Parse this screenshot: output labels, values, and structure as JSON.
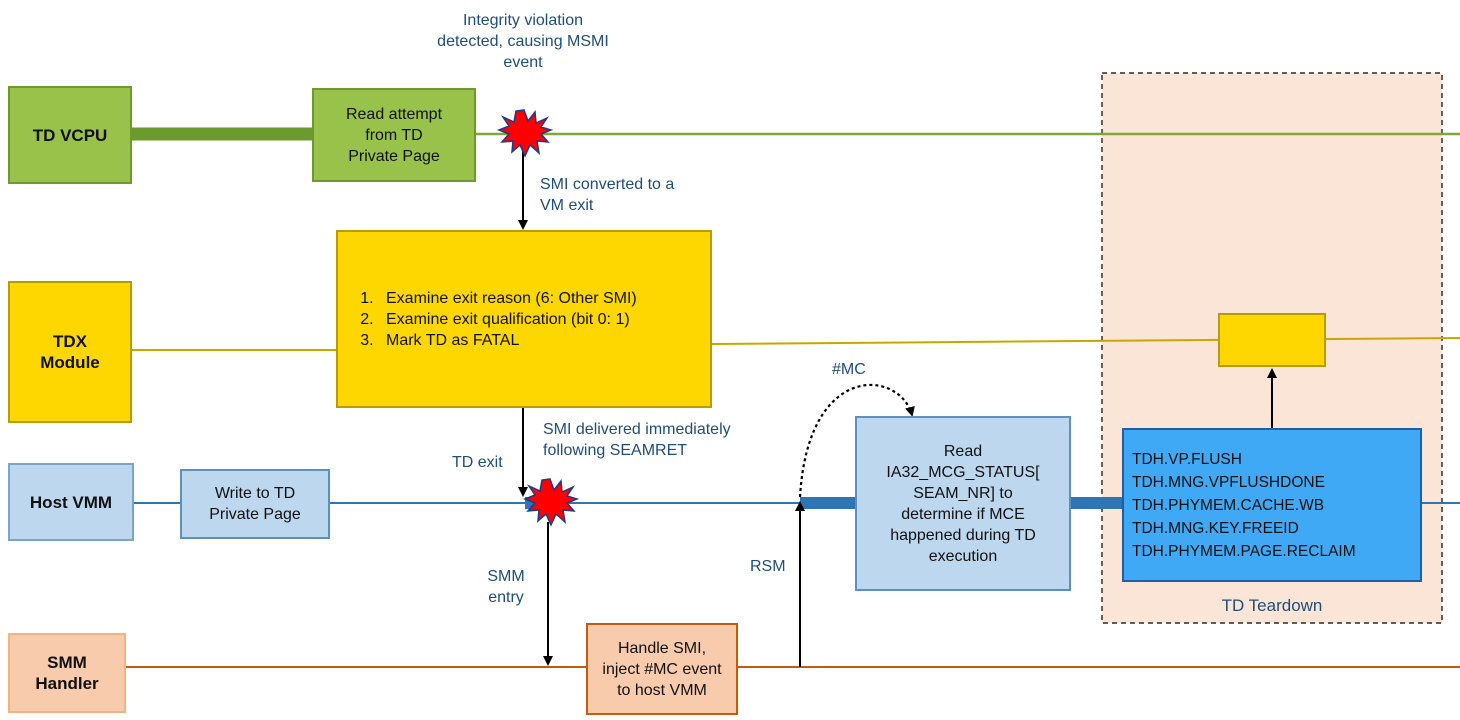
{
  "lanes": {
    "td_vcpu": [
      "TD VCPU"
    ],
    "tdx_module": [
      "TDX",
      "Module"
    ],
    "host_vmm": [
      "Host VMM"
    ],
    "smm_handler": [
      "SMM",
      "Handler"
    ]
  },
  "boxes": {
    "read_attempt": [
      "Read attempt",
      "from TD",
      "Private Page"
    ],
    "tdx_steps": [
      "Examine exit reason (6:  Other SMI)",
      "Examine exit qualification (bit 0:  1)",
      "Mark TD as FATAL"
    ],
    "write_td": [
      "Write to TD",
      "Private Page"
    ],
    "handle_smi": [
      "Handle SMI,",
      "inject #MC event",
      "to host VMM"
    ],
    "read_mcg": [
      "Read",
      "IA32_MCG_STATUS[",
      "SEAM_NR] to",
      "determine if MCE",
      "happened during TD",
      "execution"
    ],
    "teardown_cmds": [
      "TDH.VP.FLUSH",
      "TDH.MNG.VPFLUSHDONE",
      "TDH.PHYMEM.CACHE.WB",
      "TDH.MNG.KEY.FREEID",
      "TDH.PHYMEM.PAGE.RECLAIM"
    ]
  },
  "annotations": {
    "integrity": [
      "Integrity violation",
      "detected, causing MSMI",
      "event"
    ],
    "smi_converted": [
      "SMI converted to a",
      "VM exit"
    ],
    "mc": [
      "#MC"
    ],
    "smi_delivered": [
      "SMI delivered immediately",
      "following SEAMRET"
    ],
    "td_exit": [
      "TD exit"
    ],
    "smm_entry": [
      "SMM",
      "entry"
    ],
    "rsm": [
      "RSM"
    ],
    "td_teardown": [
      "TD Teardown"
    ]
  },
  "colors": {
    "green": "#99c24a",
    "green_border": "#6d9a2f",
    "yellow": "#ffd700",
    "yellow_border": "#b89b00",
    "light_blue": "#bdd7ee",
    "blue_border": "#5d8fc0",
    "bright_blue": "#3fa9f5",
    "orange": "#f8cbad",
    "orange_border": "#c55a11",
    "text_blue": "#1f4e79",
    "burst_red": "#ff0000",
    "burst_border": "#1f3a8a"
  }
}
